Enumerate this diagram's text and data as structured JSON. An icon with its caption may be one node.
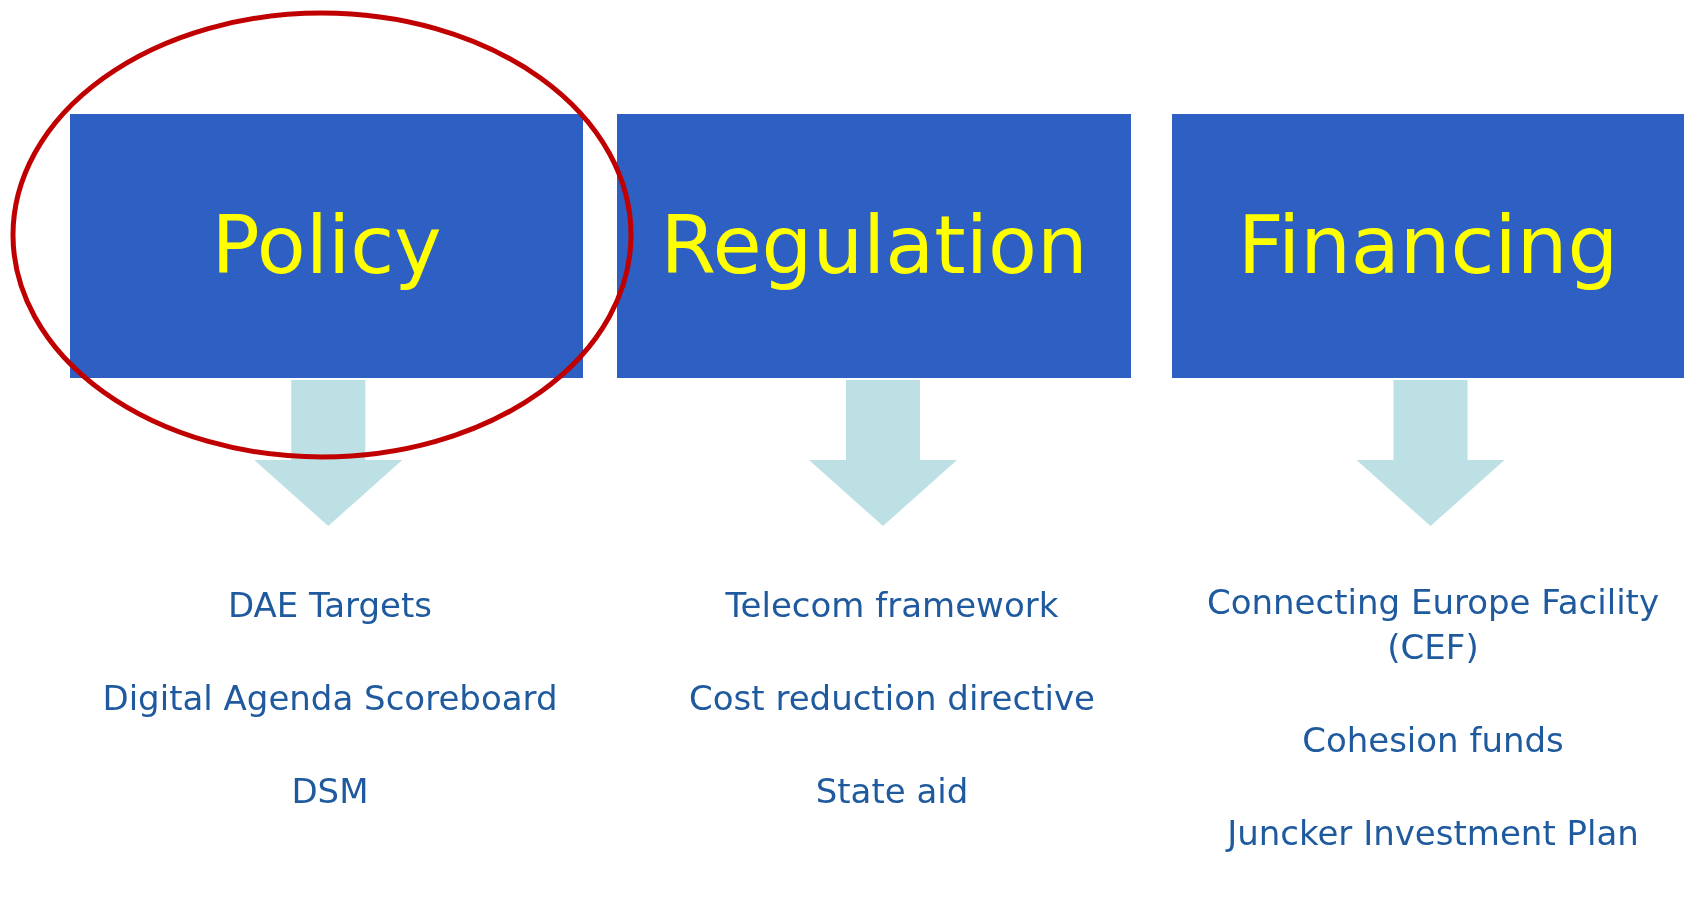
{
  "diagram": {
    "nodes": [
      {
        "text": [
          "Policy"
        ]
      },
      {
        "text": [
          "Regulation"
        ]
      },
      {
        "text": [
          "Financing"
        ]
      },
      {
        "text": [
          "DAE Targets",
          "Digital Agenda Scoreboard",
          "DSM"
        ]
      },
      {
        "text": [
          "Telecom framework",
          "Cost reduction directive",
          "State aid"
        ]
      },
      {
        "text": [
          "Connecting Europe Facility (CEF)",
          "Cohesion funds",
          "Juncker Investment Plan"
        ]
      }
    ],
    "edges": [
      {
        "from": 0,
        "to": 3,
        "arrow": "to",
        "style": "thick"
      },
      {
        "from": 1,
        "to": 4,
        "arrow": "to",
        "style": "thick"
      },
      {
        "from": 2,
        "to": 5,
        "arrow": "to",
        "style": "thick"
      }
    ]
  }
}
